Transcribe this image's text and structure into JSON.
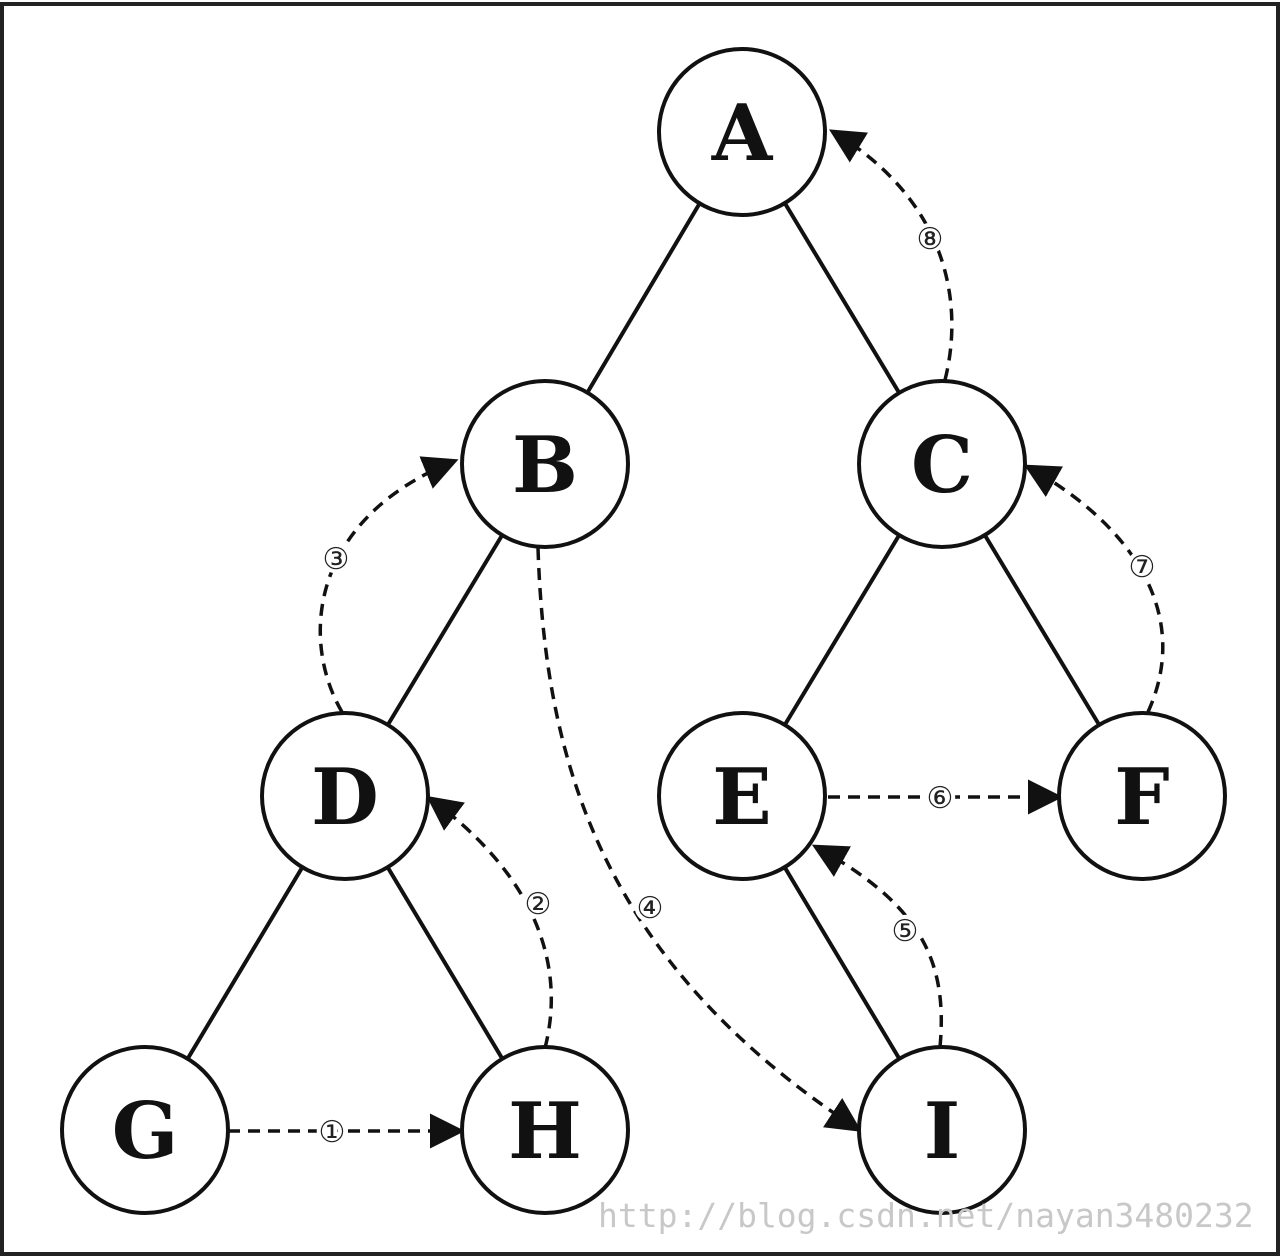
{
  "nodes": [
    {
      "id": "A",
      "label": "A"
    },
    {
      "id": "B",
      "label": "B"
    },
    {
      "id": "C",
      "label": "C"
    },
    {
      "id": "D",
      "label": "D"
    },
    {
      "id": "E",
      "label": "E"
    },
    {
      "id": "F",
      "label": "F"
    },
    {
      "id": "G",
      "label": "G"
    },
    {
      "id": "H",
      "label": "H"
    },
    {
      "id": "I",
      "label": "I"
    }
  ],
  "tree_edges": [
    {
      "from": "A",
      "to": "B"
    },
    {
      "from": "A",
      "to": "C"
    },
    {
      "from": "B",
      "to": "D"
    },
    {
      "from": "C",
      "to": "E"
    },
    {
      "from": "C",
      "to": "F"
    },
    {
      "from": "D",
      "to": "G"
    },
    {
      "from": "D",
      "to": "H"
    },
    {
      "from": "E",
      "to": "I"
    }
  ],
  "threads": [
    {
      "step": "①",
      "from": "G",
      "to": "H"
    },
    {
      "step": "②",
      "from": "H",
      "to": "D"
    },
    {
      "step": "③",
      "from": "D",
      "to": "B"
    },
    {
      "step": "④",
      "from": "B",
      "to": "I"
    },
    {
      "step": "⑤",
      "from": "I",
      "to": "E"
    },
    {
      "step": "⑥",
      "from": "E",
      "to": "F"
    },
    {
      "step": "⑦",
      "from": "F",
      "to": "C"
    },
    {
      "step": "⑧",
      "from": "C",
      "to": "A"
    }
  ],
  "watermark": "http://blog.csdn.net/nayan3480232"
}
